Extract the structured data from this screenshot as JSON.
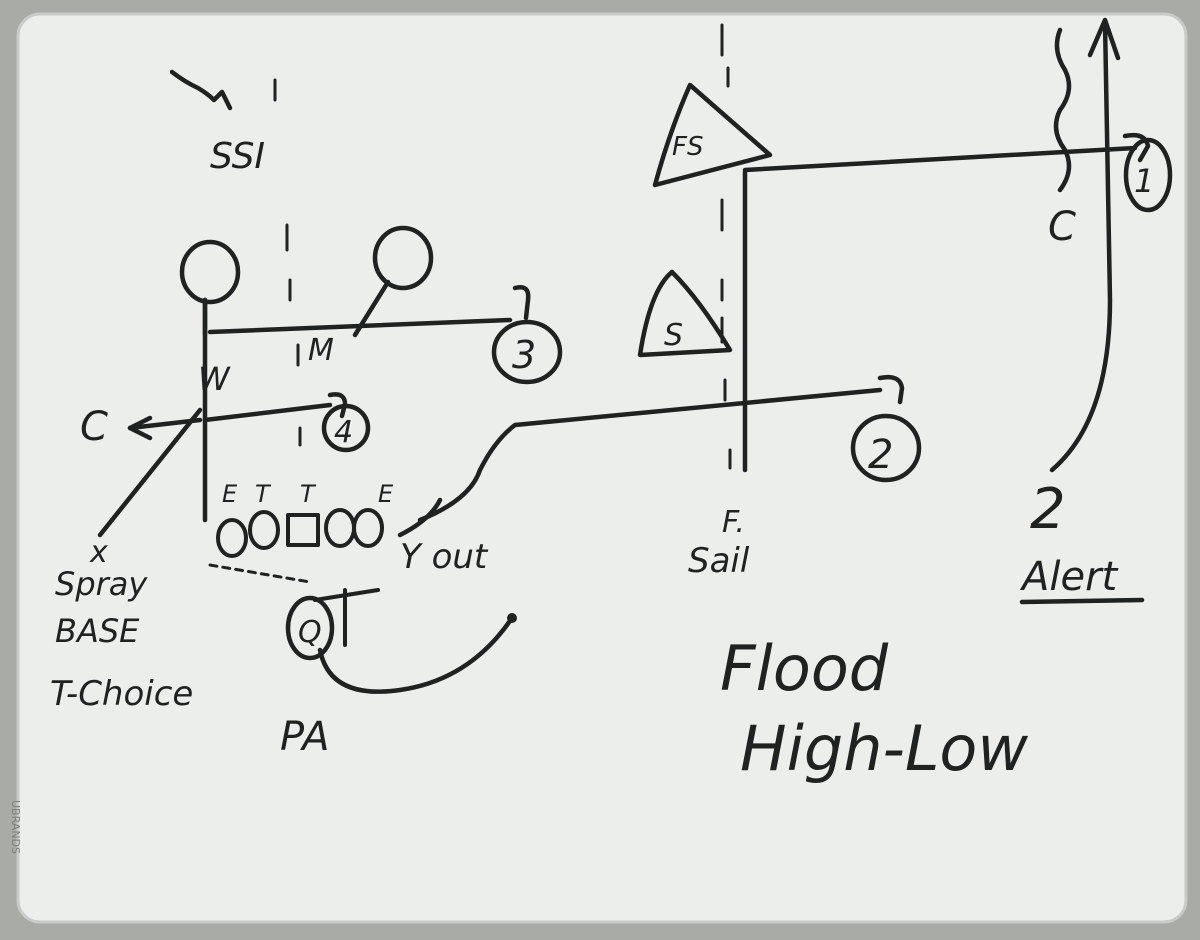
{
  "board": {
    "brand": "UBRANDS",
    "ink_color": "#1e2220",
    "surface_color": "#eceeec",
    "frame_color": "#a9aba7"
  },
  "play": {
    "title_line1": "Flood",
    "title_line2": "High-Low",
    "alert_label": "Alert",
    "pa_label": "PA",
    "left_notes": [
      "Spray",
      "BASE",
      "T-Choice"
    ],
    "y_out_label": "Y out",
    "sail_label": "Sail",
    "f_label": "F.",
    "ssi_label": "SSI"
  },
  "receivers": [
    {
      "id": "1",
      "label": "1"
    },
    {
      "id": "2",
      "label": "2"
    },
    {
      "id": "3",
      "label": "3"
    },
    {
      "id": "4",
      "label": "4"
    }
  ],
  "defenders": {
    "free_safety": "FS",
    "strong_safety": "S",
    "will": "W",
    "mike": "M",
    "corner_left": "C",
    "corner_right": "C"
  },
  "offensive_line": [
    "E",
    "T",
    "T",
    "E"
  ],
  "quarterback": "Q"
}
